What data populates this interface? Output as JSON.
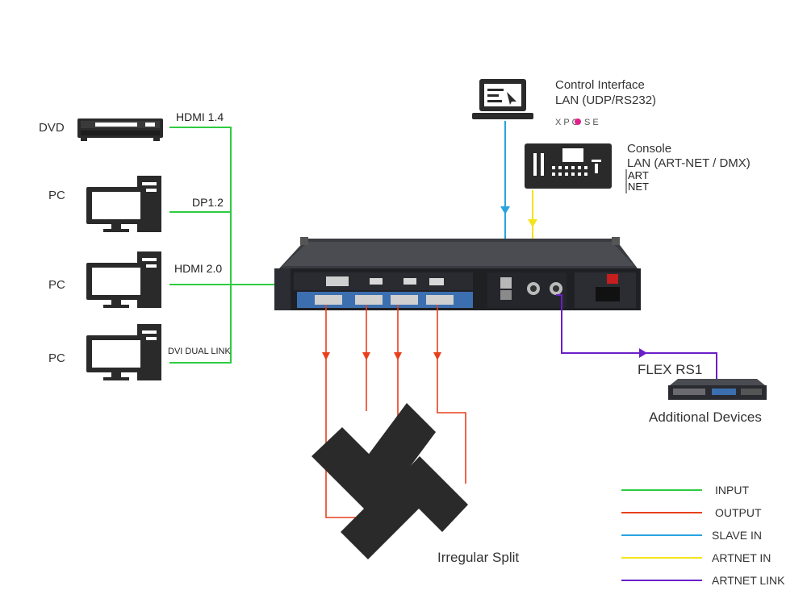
{
  "sources": [
    {
      "device": "DVD",
      "port": "HDMI 1.4",
      "icon": "dvd-player-icon"
    },
    {
      "device": "PC",
      "port": "DP1.2",
      "icon": "pc-icon"
    },
    {
      "device": "PC",
      "port": "HDMI 2.0",
      "icon": "pc-icon"
    },
    {
      "device": "PC",
      "port": "DVI DUAL LINK",
      "icon": "pc-icon"
    }
  ],
  "control": {
    "title": "Control Interface",
    "subtitle": "LAN (UDP/RS232)",
    "logo_text": "XPOSE",
    "icon": "laptop-icon"
  },
  "console": {
    "title": "Console",
    "subtitle": "LAN (ART-NET / DMX)",
    "logo_text": "ART NET",
    "icon": "lighting-console-icon"
  },
  "flex": {
    "title": "FLEX RS1",
    "caption": "Additional Devices"
  },
  "split_caption": "Irregular Split",
  "legend": [
    {
      "label": "INPUT",
      "color": "#2ecc40"
    },
    {
      "label": "OUTPUT",
      "color": "#e8401c"
    },
    {
      "label": "SLAVE IN",
      "color": "#29a3e0"
    },
    {
      "label": "ARTNET IN",
      "color": "#f5e31a"
    },
    {
      "label": "ARTNET LINK",
      "color": "#6a1fc8"
    }
  ],
  "colors": {
    "input": "#2ecc40",
    "output": "#e8401c",
    "slave": "#29a3e0",
    "artnet_in": "#f5e31a",
    "artnet_link": "#6a1fc8",
    "device_dark": "#222222"
  }
}
